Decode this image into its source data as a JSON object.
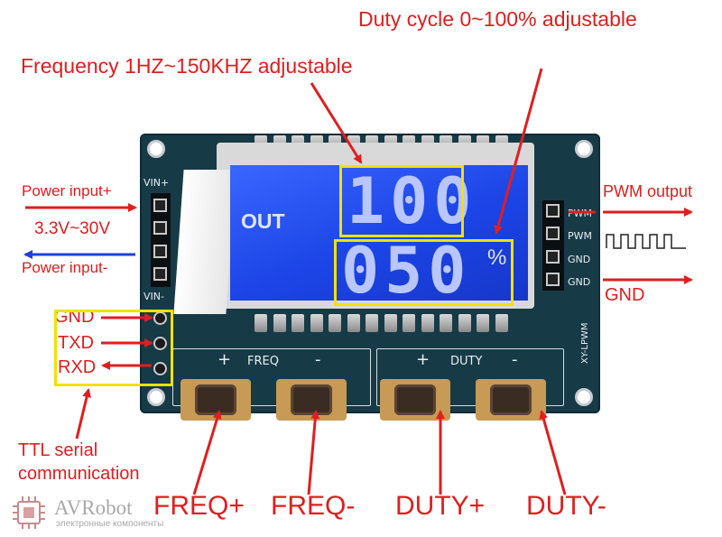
{
  "labels": {
    "duty_range": "Duty cycle 0~100% adjustable",
    "freq_range": "Frequency 1HZ~150KHZ adjustable",
    "power_plus": "Power input+",
    "voltage": "3.3V~30V",
    "power_minus": "Power input-",
    "gnd_left": "GND",
    "txd": "TXD",
    "rxd": "RXD",
    "ttl_line1": "TTL serial",
    "ttl_line2": "communication",
    "pwm_output": "PWM output",
    "gnd_right": "GND",
    "freq_plus": "FREQ+",
    "freq_minus": "FREQ-",
    "duty_plus": "DUTY+",
    "duty_minus": "DUTY-"
  },
  "board": {
    "vin_plus": "VIN+",
    "vin_minus": "VIN-",
    "pwm1": "PWM",
    "pwm2": "PWM",
    "gnd1": "GND",
    "gnd2": "GND",
    "freq_group": "FREQ",
    "duty_group": "DUTY",
    "plus1": "+",
    "minus1": "-",
    "plus2": "+",
    "minus2": "-",
    "model": "XY-LPWM"
  },
  "lcd": {
    "mode": "OUT",
    "frequency_value": "100",
    "duty_value": "050",
    "unit": "%"
  },
  "watermark": {
    "brand": "AVRobot",
    "tagline": "электронные компоненты"
  },
  "colors": {
    "callout": "#e01e1e",
    "highlight": "#f2e100",
    "pcb": "#173a47",
    "lcd_blue": "#1c44e6",
    "arrow_blue": "#1f3fe0"
  }
}
